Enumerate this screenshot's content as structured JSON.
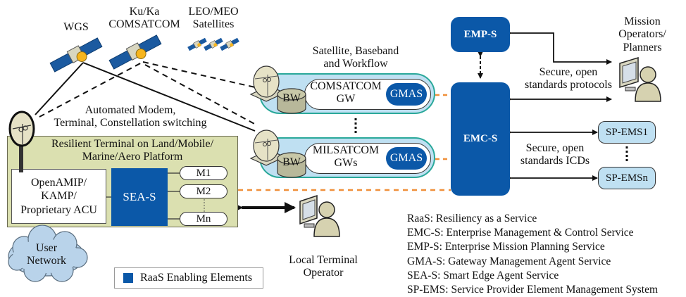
{
  "satellites": {
    "wgs": "WGS",
    "comsatcom": [
      "Ku/Ka",
      "COMSATCOM"
    ],
    "leo_meo": [
      "LEO/MEO",
      "Satellites"
    ]
  },
  "switching_label": [
    "Automated Modem,",
    "Terminal, Constellation switching"
  ],
  "terminal": {
    "title": [
      "Resilient Terminal on Land/Mobile/",
      "Marine/Aero Platform"
    ],
    "acu": [
      "OpenAMIP/",
      "KAMP/",
      "Proprietary ACU"
    ],
    "sea": "SEA-S",
    "modems": [
      "M1",
      "M2",
      "Mn"
    ]
  },
  "user_network": [
    "User",
    "Network"
  ],
  "legend": {
    "label": "RaaS Enabling Elements",
    "color": "#0b58a8"
  },
  "local_operator": [
    "Local Terminal",
    "Operator"
  ],
  "gateways": {
    "header": [
      "Satellite, Baseband",
      "and Workflow"
    ],
    "bw_label": "BW",
    "items": [
      {
        "name": [
          "COMSATCOM",
          "GW"
        ],
        "agent": "GMAS"
      },
      {
        "name": [
          "MILSATCOM",
          "GWs"
        ],
        "agent": "GMAS"
      }
    ]
  },
  "emp": "EMP-S",
  "emc": "EMC-S",
  "mission_operators": [
    "Mission",
    "Operators/",
    "Planners"
  ],
  "protocols_label": [
    "Secure, open",
    "standards protocols"
  ],
  "icds_label": [
    "Secure, open",
    "standards ICDs"
  ],
  "sp_ems": [
    "SP-EMS1",
    "SP-EMSn"
  ],
  "definitions": [
    "RaaS: Resiliency as a Service",
    "EMC-S: Enterprise Management & Control Service",
    "EMP-S: Enterprise Mission Planning Service",
    "GMA-S: Gateway Management Agent Service",
    "SEA-S: Smart Edge Agent Service",
    "SP-EMS: Service Provider Element Management System"
  ],
  "colors": {
    "raas_blue": "#0b58a8",
    "terminal_fill": "#dbe0b0",
    "gateway_fill": "#bfe0f2",
    "gateway_border": "#2aa89a",
    "orange_link": "#f0903a"
  }
}
